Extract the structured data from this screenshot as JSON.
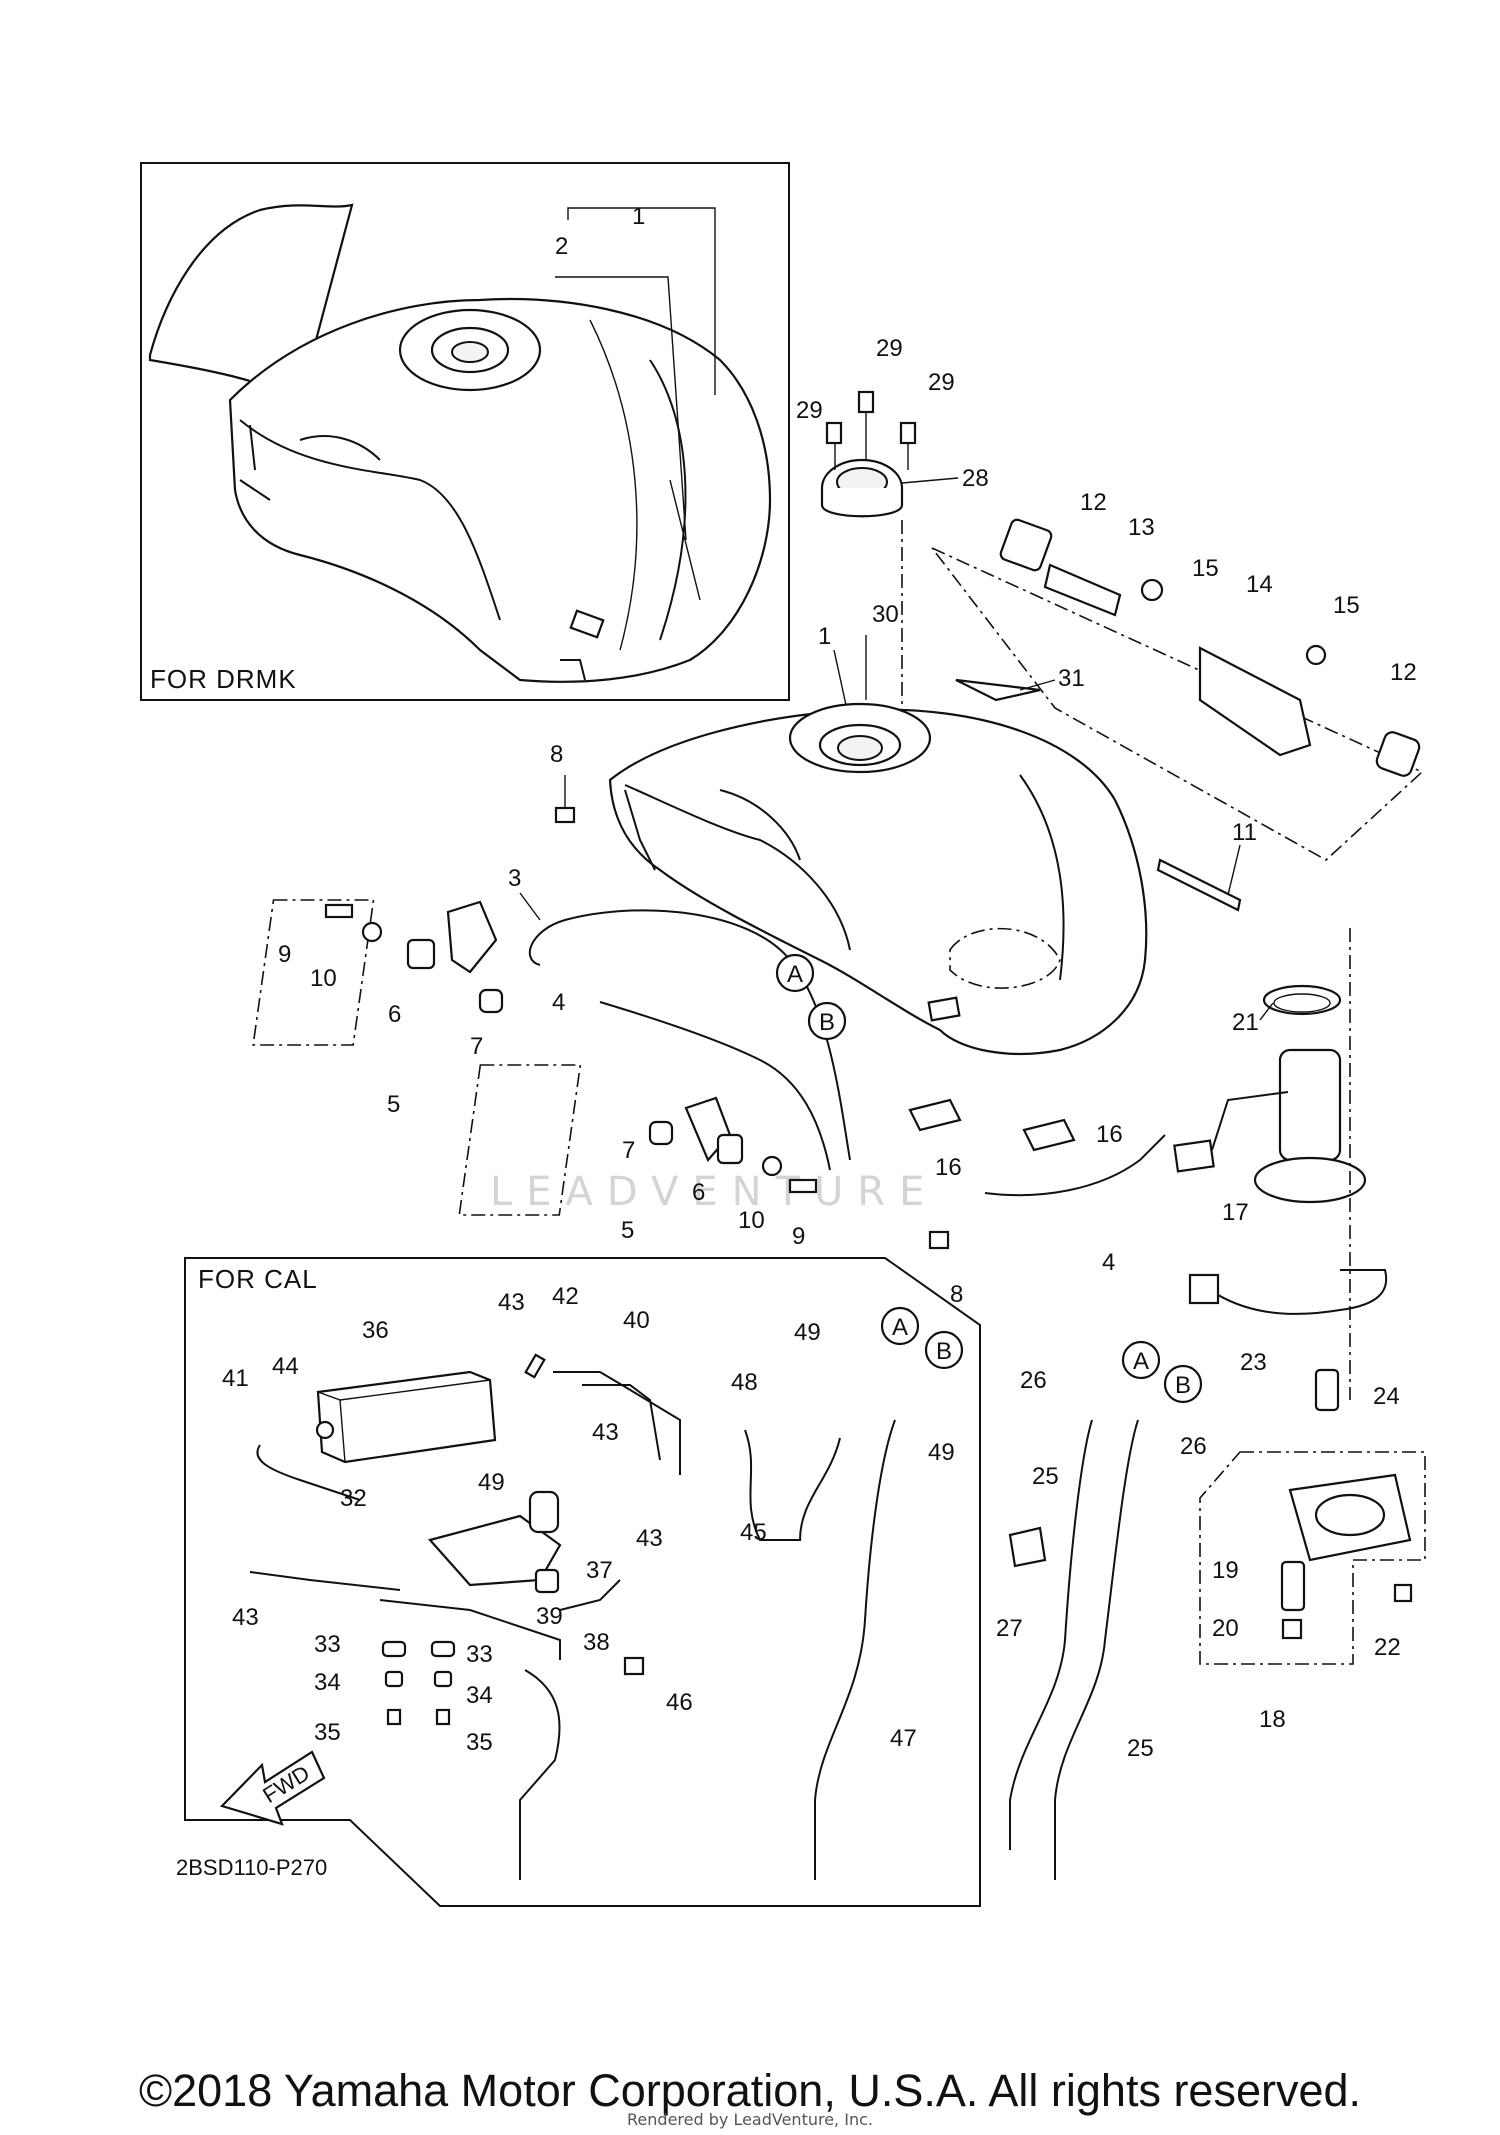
{
  "insets": {
    "drmk_label": "FOR DRMK",
    "cal_label": "FOR CAL"
  },
  "diagram_code": "2BSD110-P270",
  "fwd_label": "FWD",
  "watermark": "LEADVENTURE",
  "circle_markers": [
    "A",
    "B"
  ],
  "callouts": {
    "c1a": "1",
    "c2a": "2",
    "c29a": "29",
    "c29b": "29",
    "c29c": "29",
    "c28": "28",
    "c12a": "12",
    "c13": "13",
    "c15a": "15",
    "c14": "14",
    "c15b": "15",
    "c12b": "12",
    "c30": "30",
    "c1b": "1",
    "c31": "31",
    "c8a": "8",
    "c11": "11",
    "c3": "3",
    "c9a": "9",
    "c10a": "10",
    "c6a": "6",
    "c7a": "7",
    "c5a": "5",
    "c4a": "4",
    "c21": "21",
    "c16a": "16",
    "c16b": "16",
    "c17": "17",
    "c7b": "7",
    "c6b": "6",
    "c10b": "10",
    "c9b": "9",
    "c5b": "5",
    "c8b": "8",
    "c4b": "4",
    "c43a": "43",
    "c42": "42",
    "c40": "40",
    "c36": "36",
    "c41": "41",
    "c44": "44",
    "c43b": "43",
    "c49a": "49",
    "c32": "32",
    "c43c": "43",
    "c45": "45",
    "c37": "37",
    "c39": "39",
    "c38": "38",
    "c43d": "43",
    "c33a": "33",
    "c33b": "33",
    "c34a": "34",
    "c34b": "34",
    "c35a": "35",
    "c35b": "35",
    "c46": "46",
    "c49b": "49",
    "c48": "48",
    "c49c": "49",
    "c47": "47",
    "c26a": "26",
    "c26b": "26",
    "c25a": "25",
    "c27": "27",
    "c25b": "25",
    "c23": "23",
    "c24": "24",
    "c19": "19",
    "c20": "20",
    "c22": "22",
    "c18": "18"
  },
  "footer": {
    "copyright": "©2018 Yamaha Motor Corporation, U.S.A. All rights reserved.",
    "rendered_by": "Rendered by LeadVenture, Inc."
  }
}
